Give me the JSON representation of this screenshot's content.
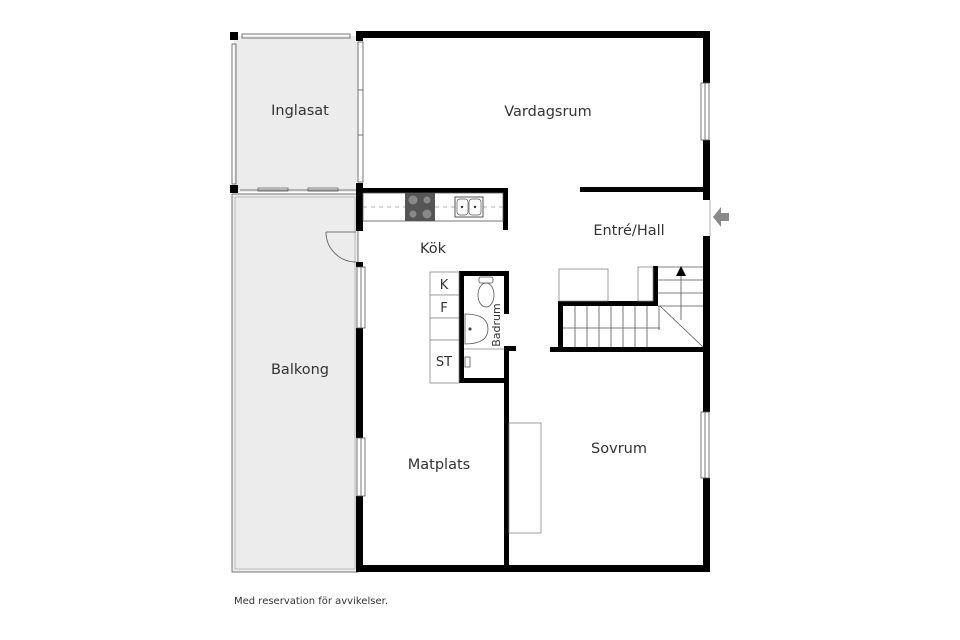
{
  "rooms": {
    "inglasat": "Inglasat",
    "vardagsrum": "Vardagsrum",
    "kok": "Kök",
    "entre_hall": "Entré/Hall",
    "balkong": "Balkong",
    "matplats": "Matplats",
    "sovrum": "Sovrum",
    "badrum": "Badrum"
  },
  "cabinets": {
    "k": "K",
    "f": "F",
    "st": "ST"
  },
  "entrance": {
    "icon": "arrow-left-icon"
  },
  "footer": {
    "disclaimer": "Med reservation för avvikelser."
  },
  "colors": {
    "wall": "#000000",
    "outdoor_fill": "#ececec",
    "indoor_fill": "#ffffff",
    "label_text": "#333333",
    "arrow": "#8a8a8a",
    "stove": "#555555"
  }
}
